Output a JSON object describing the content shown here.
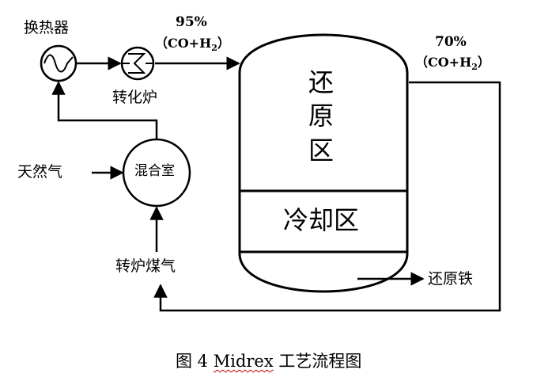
{
  "diagram": {
    "heat_exchanger_label": "换热器",
    "reformer_label": "转化炉",
    "mixing_chamber_label": "混合室",
    "natural_gas_label": "天然气",
    "furnace_gas_label": "转炉煤气",
    "inlet_percent": "95%",
    "inlet_gas_prefix": "（CO+H",
    "inlet_gas_sub": "2",
    "inlet_gas_suffix": "）",
    "outlet_percent": "70%",
    "outlet_gas_prefix": "（CO+H",
    "outlet_gas_sub": "2",
    "outlet_gas_suffix": "）",
    "reduction_zone_chars": [
      "还",
      "原",
      "区"
    ],
    "cooling_zone_label": "冷却区",
    "reduced_iron_label": "还原铁"
  },
  "caption": {
    "prefix": "图 4 ",
    "brand": "Midrex",
    "suffix": " 工艺流程图"
  }
}
